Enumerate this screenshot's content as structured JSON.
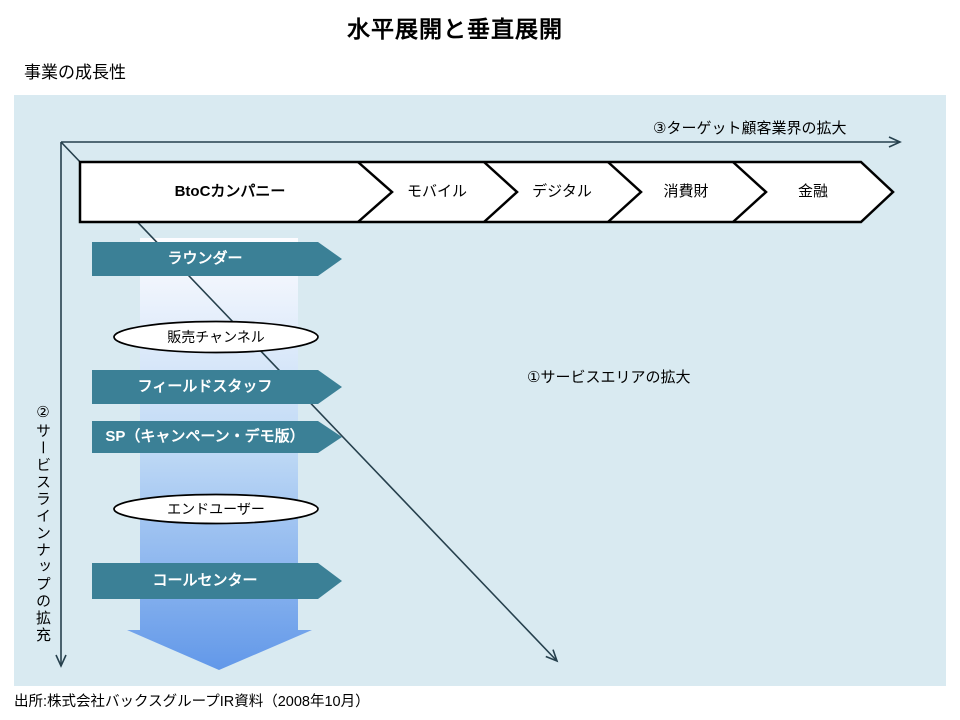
{
  "page": {
    "title": "水平展開と垂直展開",
    "subtitle": "事業の成長性",
    "source": "出所:株式会社バックスグループIR資料（2008年10月）"
  },
  "diagram": {
    "annotations": {
      "horizontal_axis": "③ターゲット顧客業界の拡大",
      "vertical_axis": "②サービスラインナップの拡充",
      "diagonal_area": "①サービスエリアの拡大"
    },
    "chevrons": [
      "BtoCカンパニー",
      "モバイル",
      "デジタル",
      "消費財",
      "金融"
    ],
    "service_arrows": [
      "ラウンダー",
      "フィールドスタッフ",
      "SP（キャンペーン・デモ版）",
      "コールセンター"
    ],
    "ovals": [
      "販売チャンネル",
      "エンドユーザー"
    ],
    "colors": {
      "panel_bg": "#d9eaf1",
      "service_arrow_fill": "#3b8096",
      "chevron_fill": "#ffffff",
      "outline": "#000000",
      "flow_line": "#26404d",
      "gradient_top": "#fdfcff",
      "gradient_mid": "#bdd8f5",
      "gradient_bottom": "#6298e9"
    }
  }
}
